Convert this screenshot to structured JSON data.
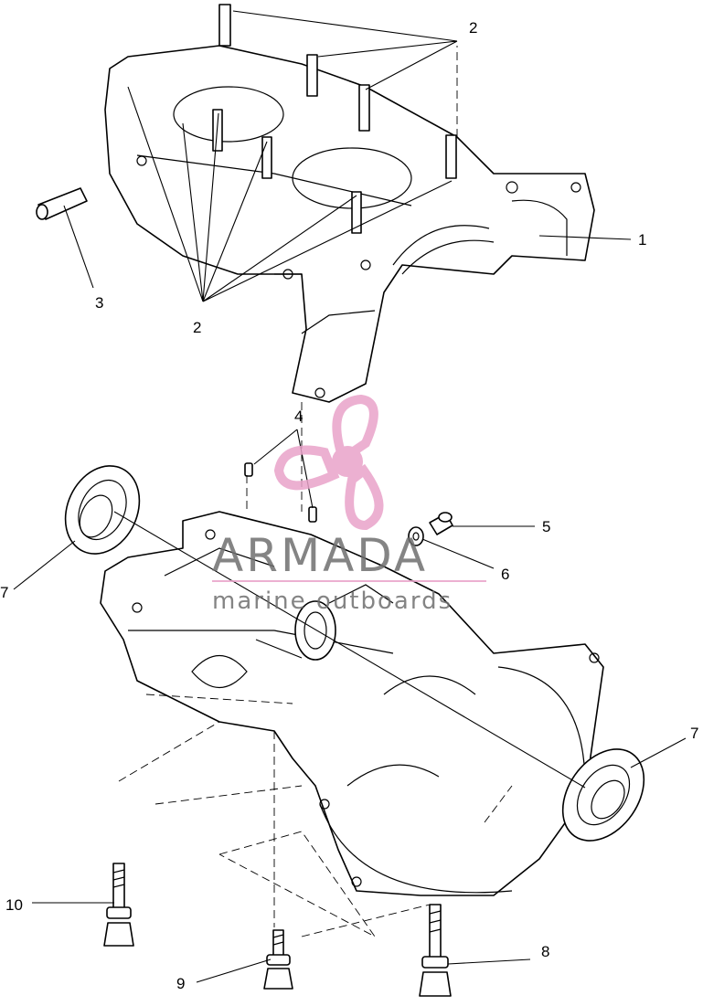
{
  "callouts": {
    "c1": "1",
    "c2_top": "2",
    "c2_bottom": "2",
    "c3": "3",
    "c4": "4",
    "c5": "5",
    "c6": "6",
    "c7_left": "7",
    "c7_right": "7",
    "c8": "8",
    "c9": "9",
    "c10": "10"
  },
  "watermark": {
    "brand": "ARMADA",
    "tagline": "marine outboards",
    "logo_icon": "propeller-icon",
    "color": "#e9a3c9"
  }
}
